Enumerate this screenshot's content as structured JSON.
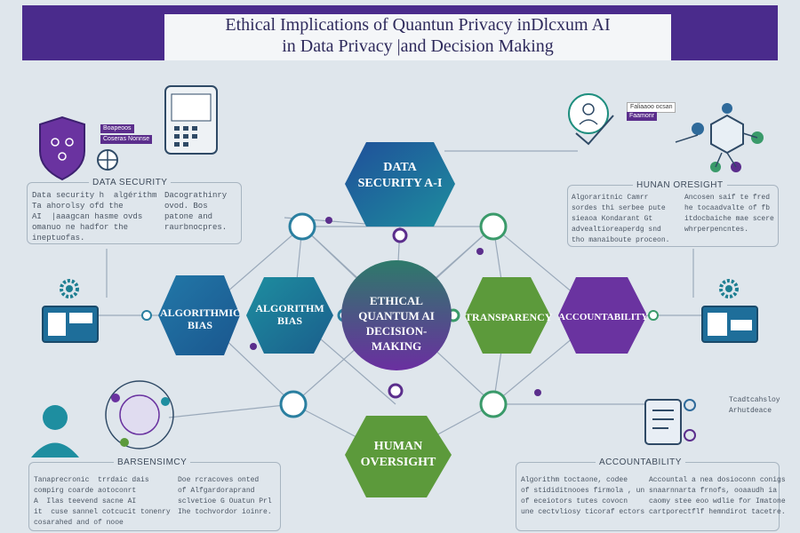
{
  "header": {
    "title_line1": "Ethical Implications  of Quantun Privacy inDlcxum AI",
    "title_line2": "in Data Privacy |and Decision Making"
  },
  "nodes": {
    "center": "Ethical Quantum AI Decision-Making",
    "data_security": "Data Security A-I",
    "algorithmic_bias_outer": "Algorithmic Bias",
    "algorithm_bias_inner": "Algorithm Bias",
    "transparency": "Transparency",
    "accountability": "Accountability",
    "human_oversight": "Human Oversight"
  },
  "panels": {
    "data_security": {
      "title": "Data Security",
      "col1": "Data security h  algérithm\nTa ahorolsy ofd the\nAI  |aaagcan hasme ovds\nomanuo ne hadfor the\nineptuofas.",
      "col2": "Dacograthinry\novod. Bos\npatone and\nraurbnocpres."
    },
    "human_oversight_right": {
      "title": "Hunan Oresight",
      "col1": "Algoraritnic Camrr\nsordes thi serbee pute\nsieaoa Kondarant Gt\nadvealtioreaperdg snd\ntho manaiboute proceon.",
      "col2": "Ancosen saif te fred\nhe tocaadvalte of fb\nitdocbaiche mae scere\nwhrperpencntes."
    },
    "transparency_bottom": {
      "title": "Barsensimcy",
      "col1": "Tanaprecronic  trrdaic dais\ncompirg coarde aotoconrt\nA  Ilas teevend sacne AI\nit  cuse sannel cotcucit tonenry\ncosarahed and of nooe",
      "col2": "Doe rcracoves onted\nof Alfgardoraprand\nsclvetioe G Ouatun Prl\nIhe tochvordor ioinre."
    },
    "accountability_bottom": {
      "title": "Accountability",
      "col1": "Algorithm toctaone, codee\nof stididitnooes firmola , un\nof eceiotors tutes covocn\nune cectvliosy ticoraf ectors",
      "col2": "Accountal a nea dosioconn conigs\nsnaarnnarta frnofs, ooaaudh ia\ncaomy stee eoo wdlie for Imatone\ncartporectflf hemndirot tacetre."
    },
    "right_note": "Tcadtcahsloy\nArhutdeace"
  },
  "tags": {
    "t1": "Boapeoos",
    "t2": "Coseras Nonnse",
    "t3": "Faliaaoo ocsan",
    "t4": "Faamonr"
  },
  "colors": {
    "purple": "#5b2e8c",
    "blue": "#1f6aa0",
    "teal": "#1e7f92",
    "green": "#5c9a3b",
    "banner": "#4a2b8c"
  }
}
